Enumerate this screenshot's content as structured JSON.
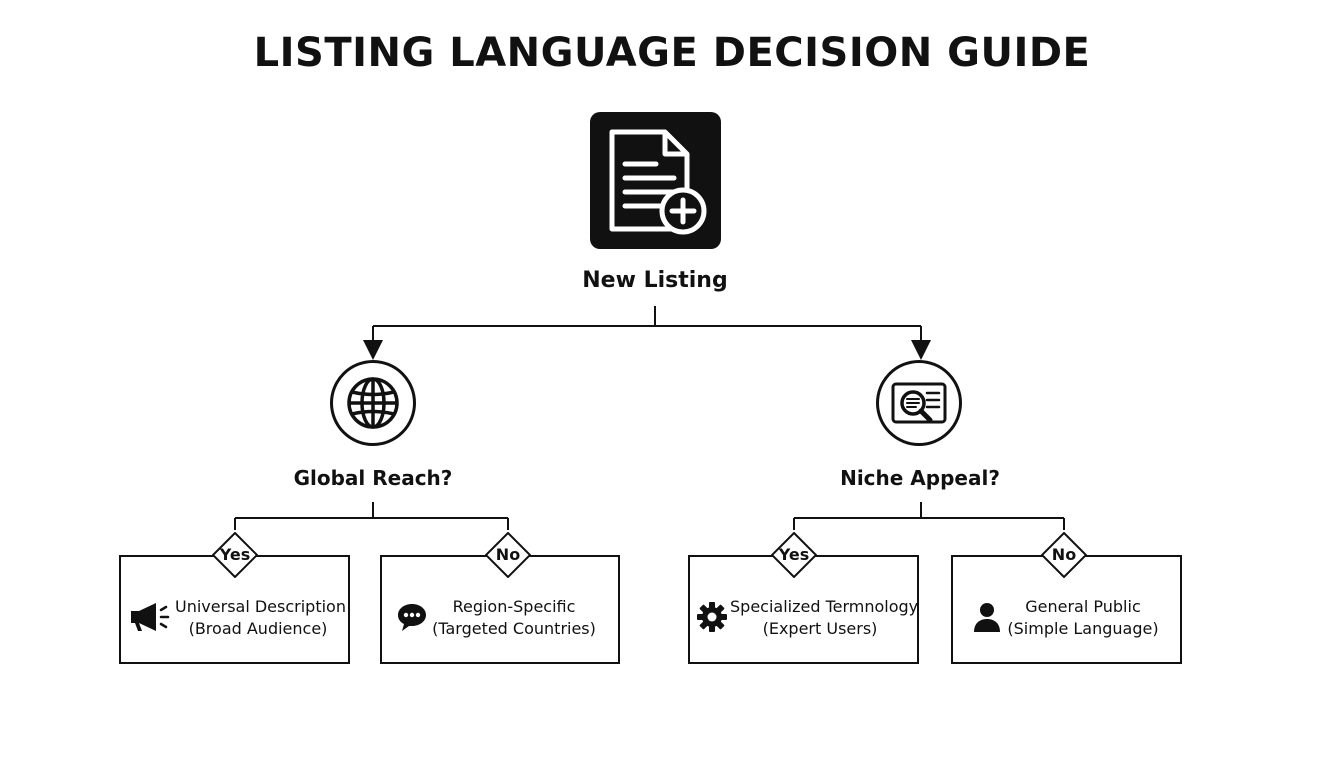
{
  "title": "LISTING LANGUAGE DECISION GUIDE",
  "root": {
    "label": "New Listing",
    "icon": "document-plus-icon"
  },
  "questions": [
    {
      "label": "Global Reach?",
      "icon": "globe-icon",
      "options": [
        {
          "answer": "Yes",
          "icon": "megaphone-icon",
          "line1": "Universal Description",
          "line2": "(Broad Audience)"
        },
        {
          "answer": "No",
          "icon": "speech-bubble-icon",
          "line1": "Region-Specific",
          "line2": "(Targeted Countries)"
        }
      ]
    },
    {
      "label": "Niche Appeal?",
      "icon": "search-document-icon",
      "options": [
        {
          "answer": "Yes",
          "icon": "gear-icon",
          "line1": "Specialized Termnology",
          "line2": "(Expert Users)"
        },
        {
          "answer": "No",
          "icon": "person-icon",
          "line1": "General Public",
          "line2": "(Simple Language)"
        }
      ]
    }
  ]
}
